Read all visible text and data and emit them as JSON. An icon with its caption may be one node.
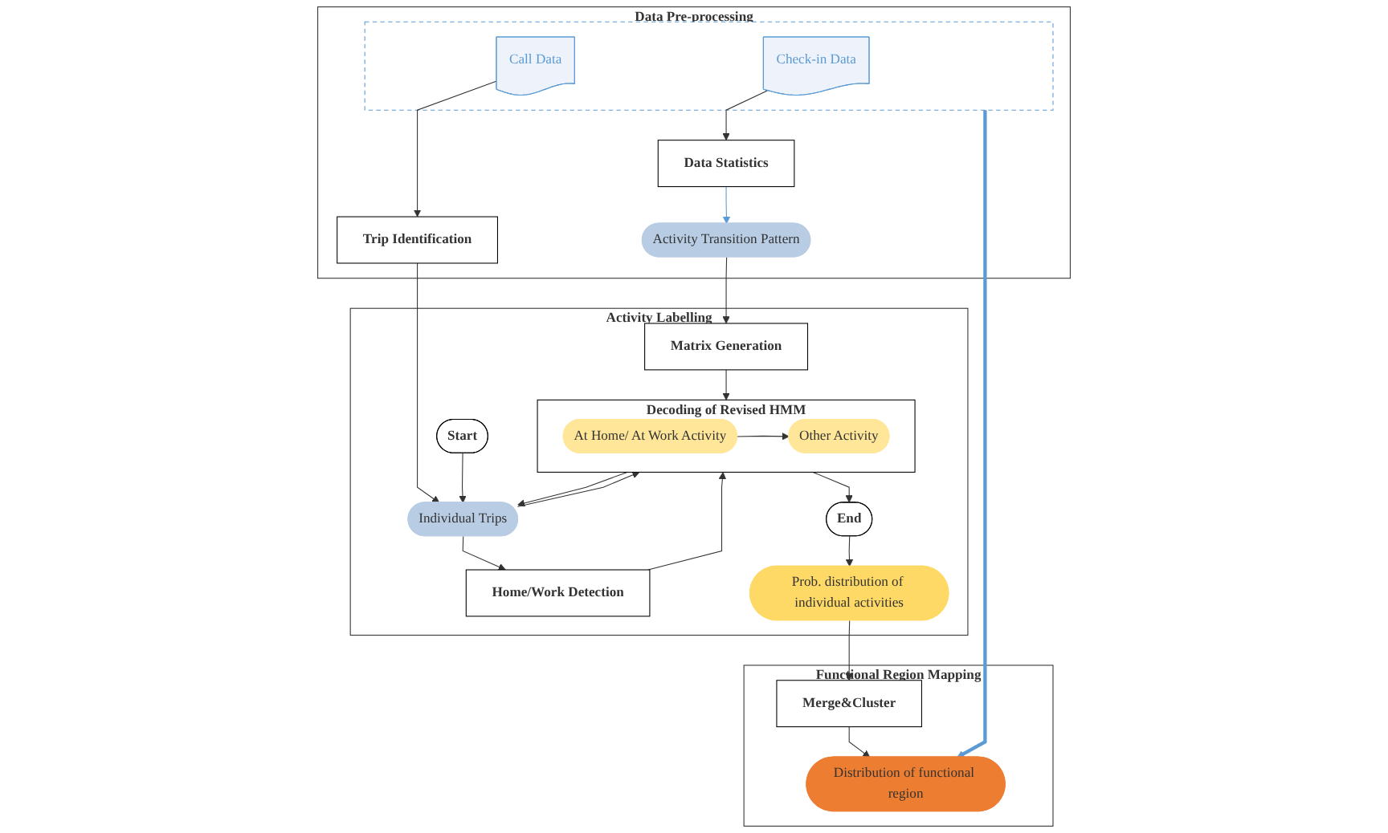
{
  "diagram": {
    "nodes": [
      {
        "text": [
          "Data Pre-processing"
        ]
      },
      {
        "text": [],
        "shape": "box",
        "in": 0
      },
      {
        "text": [
          "Call Data"
        ],
        "in": 1
      },
      {
        "text": [
          "Check-in Data"
        ],
        "in": 1
      },
      {
        "text": [
          "Trip Identification"
        ],
        "in": 0
      },
      {
        "text": [
          "Data Statistics"
        ],
        "in": 0
      },
      {
        "text": [
          "Activity Transition Pattern"
        ],
        "in": 0
      },
      {
        "text": [
          "Activity Labelling"
        ]
      },
      {
        "text": [
          "Start"
        ],
        "in": 7
      },
      {
        "text": [
          "Individual  Trips"
        ],
        "in": 7
      },
      {
        "text": [
          "Home/Work Detection"
        ],
        "in": 7
      },
      {
        "text": [
          "Matrix Generation"
        ],
        "in": 7
      },
      {
        "text": [
          "Decoding of Revised HMM"
        ],
        "in": 7
      },
      {
        "text": [
          "At Home/ At Work Activity"
        ],
        "in": 12
      },
      {
        "text": [
          "Other Activity"
        ],
        "in": 12
      },
      {
        "text": [
          "End"
        ],
        "in": 7
      },
      {
        "text": [
          "Prob. distribution of individual activities"
        ],
        "in": 7
      },
      {
        "text": [
          "Functional Region Mapping"
        ]
      },
      {
        "text": [
          "Merge&Cluster"
        ],
        "in": 17
      },
      {
        "text": [
          "Distribution of functional region"
        ],
        "in": 17
      }
    ],
    "edges": [
      {
        "from": 2,
        "to": 4,
        "arrow": "to"
      },
      {
        "from": 3,
        "to": 5,
        "arrow": "to"
      },
      {
        "from": 5,
        "to": 6,
        "arrow": "to",
        "color": "#5b9bd5"
      },
      {
        "from": 4,
        "to": 9,
        "arrow": "to"
      },
      {
        "from": 6,
        "to": 11,
        "arrow": "to"
      },
      {
        "from": 8,
        "to": 9,
        "arrow": "to"
      },
      {
        "from": 9,
        "to": 10,
        "arrow": "to"
      },
      {
        "from": 9,
        "to": 12,
        "arrow": "to"
      },
      {
        "from": 10,
        "to": 12,
        "arrow": "to"
      },
      {
        "from": 11,
        "to": 12,
        "arrow": "to"
      },
      {
        "from": 13,
        "to": 14,
        "arrow": "to"
      },
      {
        "from": 12,
        "to": 15,
        "arrow": "to"
      },
      {
        "from": 12,
        "to": 9,
        "arrow": "to"
      },
      {
        "from": 15,
        "to": 16,
        "arrow": "to"
      },
      {
        "from": 16,
        "to": 18,
        "arrow": "to"
      },
      {
        "from": 18,
        "to": 19,
        "arrow": "to"
      },
      {
        "from": 1,
        "to": 19,
        "arrow": "to",
        "style": "thick",
        "color": "#5b9bd5"
      }
    ]
  }
}
